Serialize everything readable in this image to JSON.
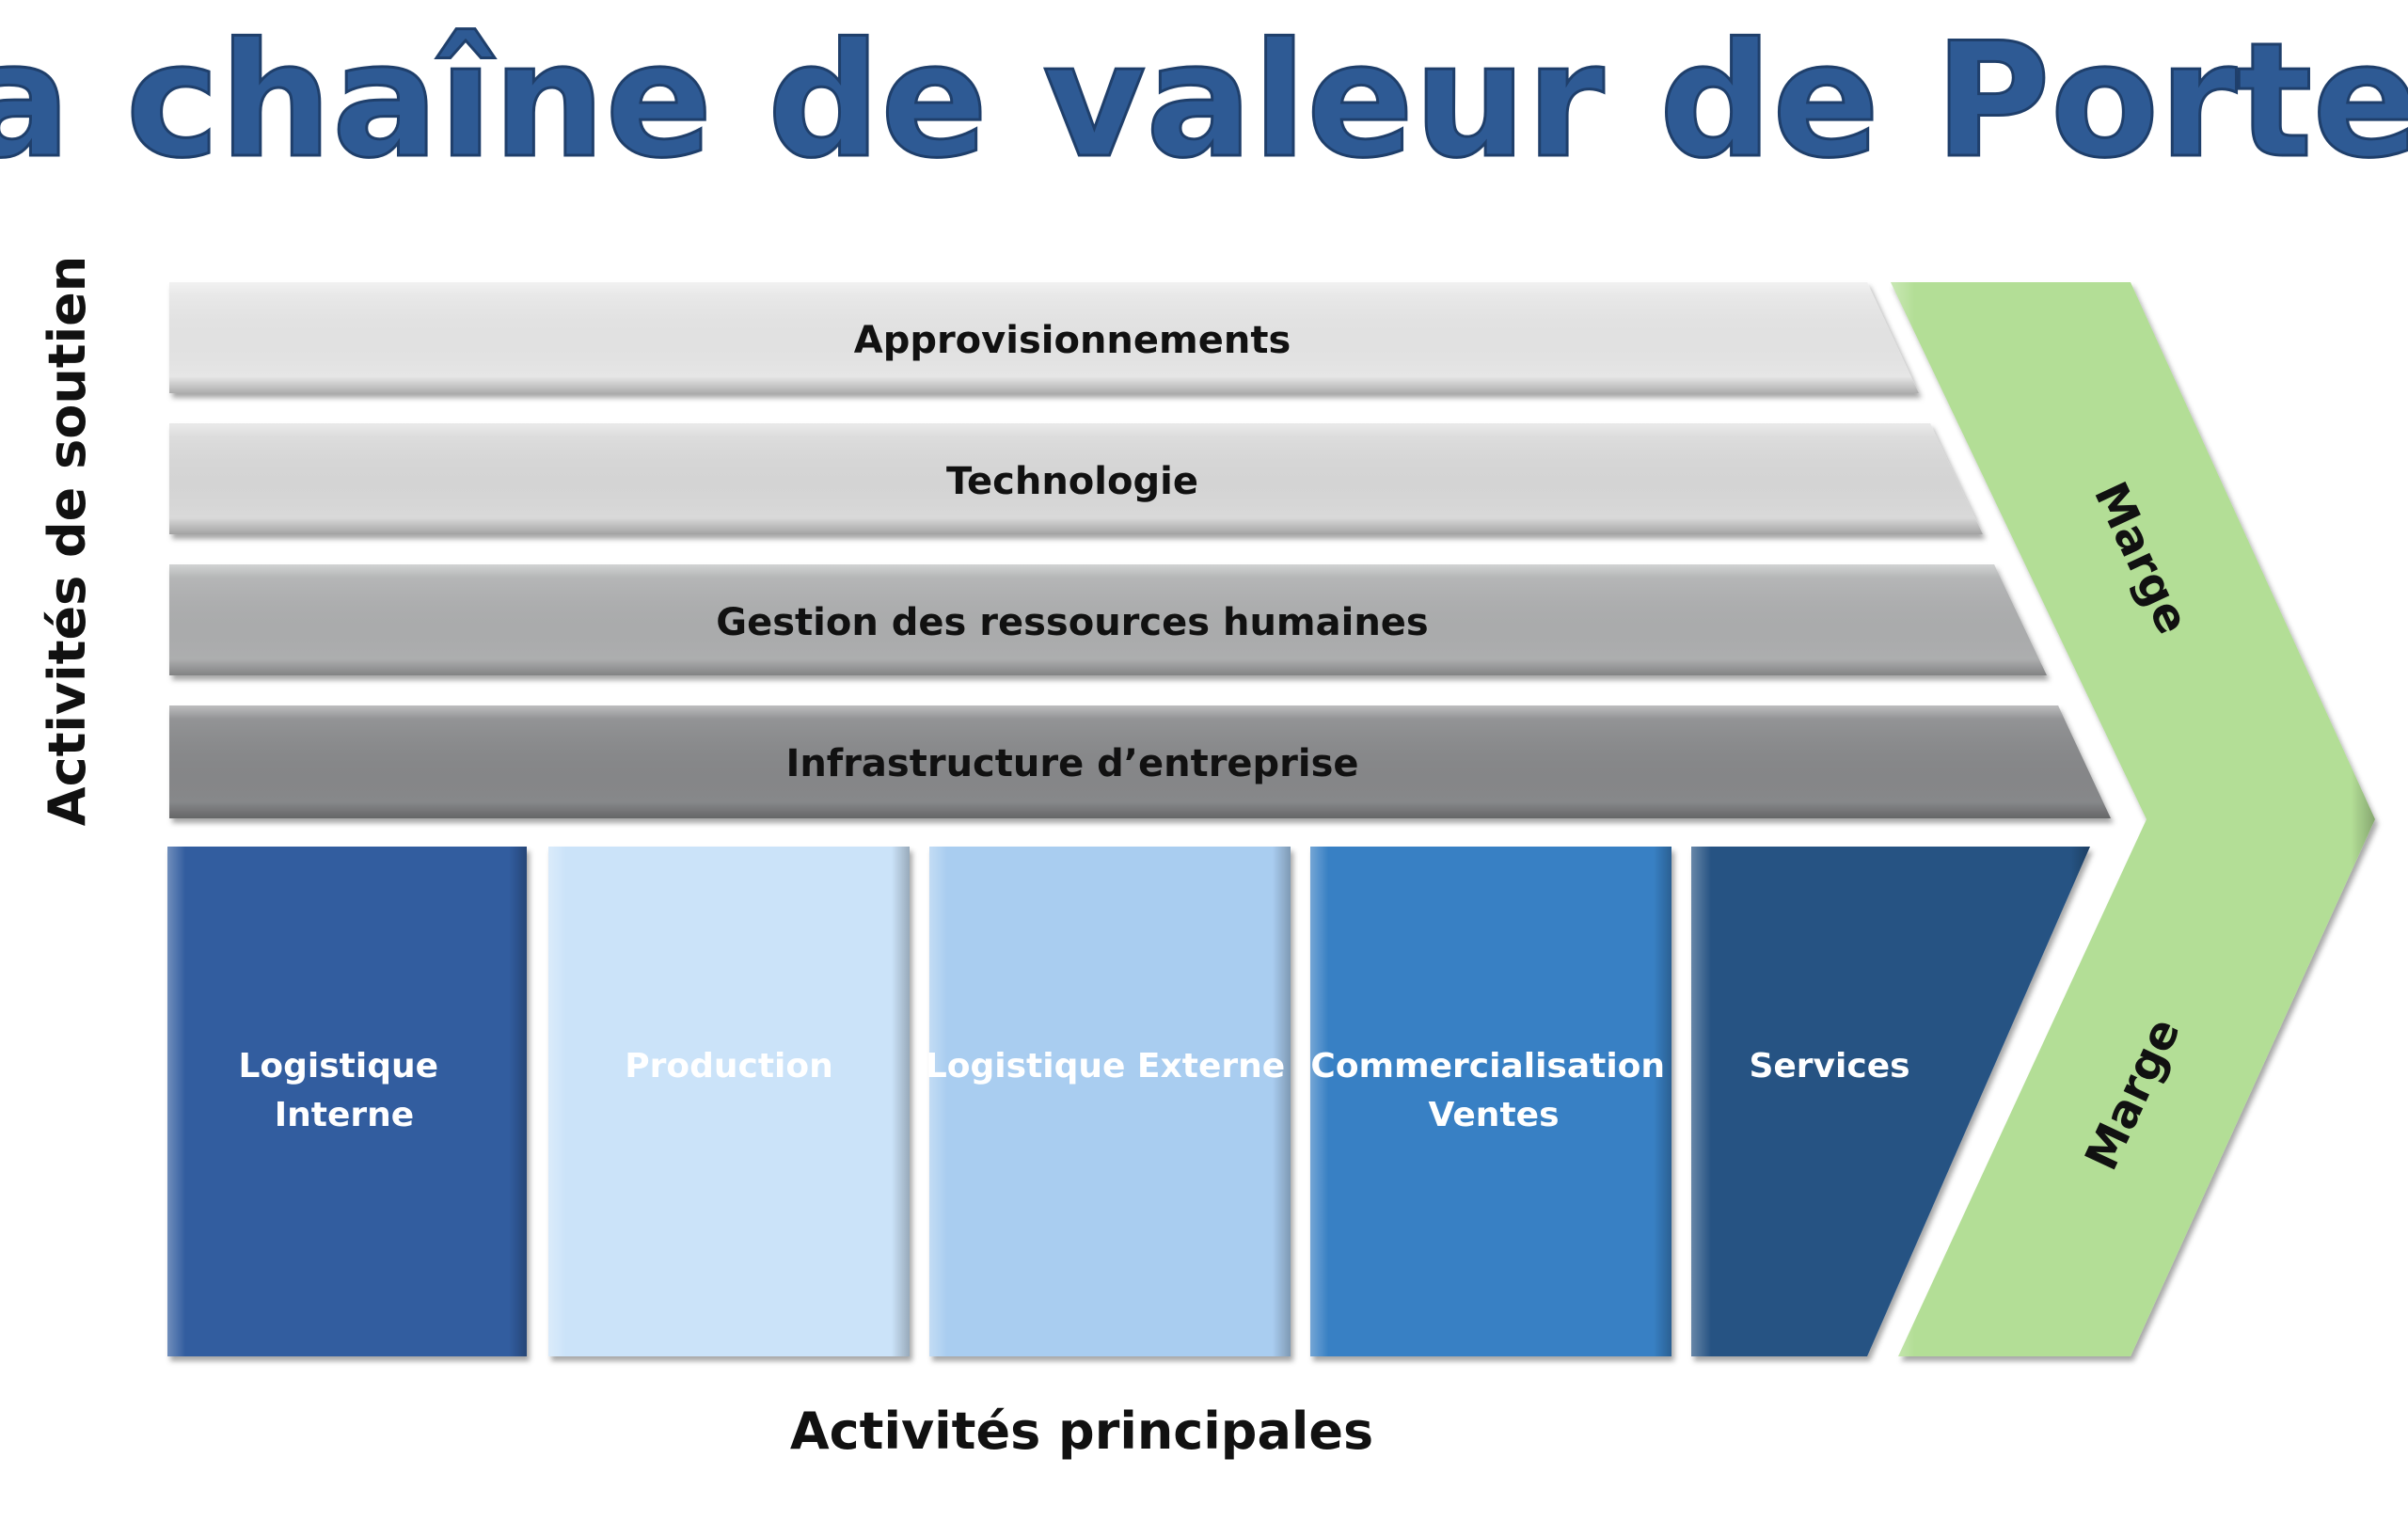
{
  "title": "La chaîne de valeur de Porter",
  "support_axis_label": "Activités de soutien",
  "primary_axis_label": "Activités principales",
  "support_activities": [
    {
      "label": "Approvisionnements",
      "color": "#e6e6e6"
    },
    {
      "label": "Technologie",
      "color": "#d9d9d9"
    },
    {
      "label": "Gestion des ressources humaines",
      "color": "#adaeaf"
    },
    {
      "label": "Infrastructure d’entreprise",
      "color": "#87888a"
    }
  ],
  "primary_activities": [
    {
      "lines": [
        "Logistique",
        "Interne"
      ],
      "color": "#335d9f",
      "text_color": "#ffffff"
    },
    {
      "lines": [
        "Production"
      ],
      "color": "#cbe3f9",
      "text_color": "#ffffff"
    },
    {
      "lines": [
        "Logistique Externe"
      ],
      "color": "#a9cdf0",
      "text_color": "#ffffff"
    },
    {
      "lines": [
        "Commercialisation",
        "Ventes"
      ],
      "color": "#3780c4",
      "text_color": "#ffffff"
    },
    {
      "lines": [
        "Services"
      ],
      "color": "#255283",
      "text_color": "#ffffff"
    }
  ],
  "margin": {
    "label_top": "Marge",
    "label_bottom": "Marge",
    "color": "#b3de96"
  },
  "colors": {
    "title": "#2e5a94",
    "title_edge": "#1f3f6b",
    "text": "#111111"
  }
}
